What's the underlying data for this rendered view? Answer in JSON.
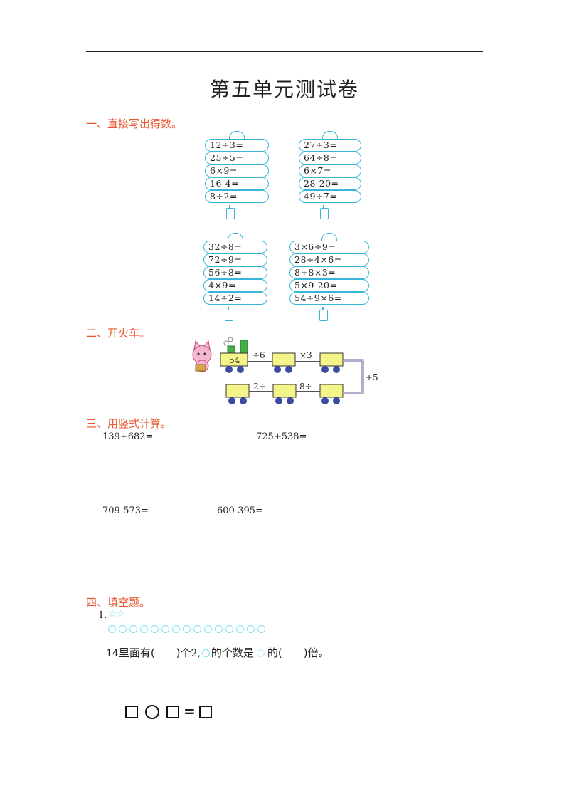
{
  "title": "第五单元测试卷",
  "sections": {
    "s1": "一、直接写出得数。",
    "s2": "二、开火车。",
    "s3": "三、用竖式计算。",
    "s4": "四、填空题。"
  },
  "cards": [
    {
      "rows": [
        "12÷3=",
        "25÷5=",
        "6×9=",
        "16-4=",
        "8÷2="
      ]
    },
    {
      "rows": [
        "27÷3=",
        "64÷8=",
        "6×7=",
        "28-20=",
        "49÷7="
      ]
    },
    {
      "rows": [
        "32÷8=",
        "72÷9=",
        "56÷8=",
        "4×9=",
        "14÷2="
      ]
    },
    {
      "rows": [
        "3×6÷9=",
        "28÷4×6=",
        "8÷8×3=",
        "5×9-20=",
        "54÷9×6="
      ]
    }
  ],
  "train": {
    "start": "54",
    "op1": "÷6",
    "op2": "×3",
    "op3": "+5",
    "op4": "8÷",
    "op5": "2÷"
  },
  "vertical": {
    "p1": "139+682=",
    "p2": "725+538=",
    "p3": "709-573=",
    "p4": "600-395="
  },
  "fill": {
    "q1_num": "1.",
    "q1_stars": "☆☆",
    "q1_text_a": "14",
    "q1_text_b": "里面有(　　)个",
    "q1_text_c": "2,",
    "q1_text_d": "的个数是",
    "q1_text_e": "的(　　)倍。",
    "eq_sign": "="
  },
  "colors": {
    "accent": "#e8572e",
    "card_border": "#38b6d8",
    "train_car": "#f4f48a",
    "wheel": "#3c4aa0",
    "light_cyan": "#7fe0ee"
  }
}
